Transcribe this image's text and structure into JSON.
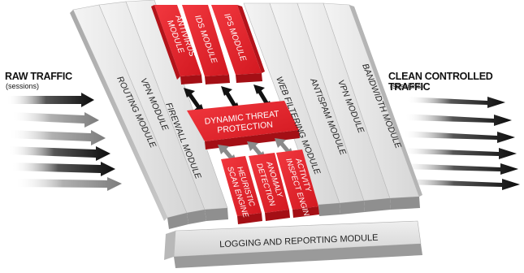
{
  "left_label": {
    "title": "RAW TRAFFIC",
    "subtitle": "(sessions)"
  },
  "right_label": {
    "title": "CLEAN CONTROLLED TRAFFIC",
    "subtitle": "(sessions)"
  },
  "modules": {
    "routing": "ROUTING MODULE",
    "vpn_left": "VPN MODULE",
    "firewall": "FIREWALL MODULE",
    "web_filtering": "WEB FILTERING MODULE",
    "antispam": "ANTISPAM MODULE",
    "vpn_right": "VPN MODULE",
    "bandwidth": "BANDWIDTH MODULE"
  },
  "red_top": {
    "antivirus": [
      "ANTIVIRUS",
      "MODULE"
    ],
    "ids": "IDS MODULE",
    "ips": "IPS MODULE"
  },
  "center": [
    "DYNAMIC THREAT",
    "PROTECTION"
  ],
  "red_bottom": {
    "heuristic": [
      "HEURISTIC",
      "SCAN ENGINE"
    ],
    "anomaly": [
      "ANOMALY",
      "DETECTION"
    ],
    "activity": [
      "ACTIVITY",
      "INSPECT ENGINE"
    ]
  },
  "logging": "LOGGING AND REPORTING MODULE",
  "colors": {
    "red": "#e31b23",
    "red_dark": "#a60f15",
    "gray": "#d9d9d9",
    "gray_dark": "#9a9a9a",
    "arrow_dark": "#111111",
    "arrow_light": "#8c8c8c"
  }
}
